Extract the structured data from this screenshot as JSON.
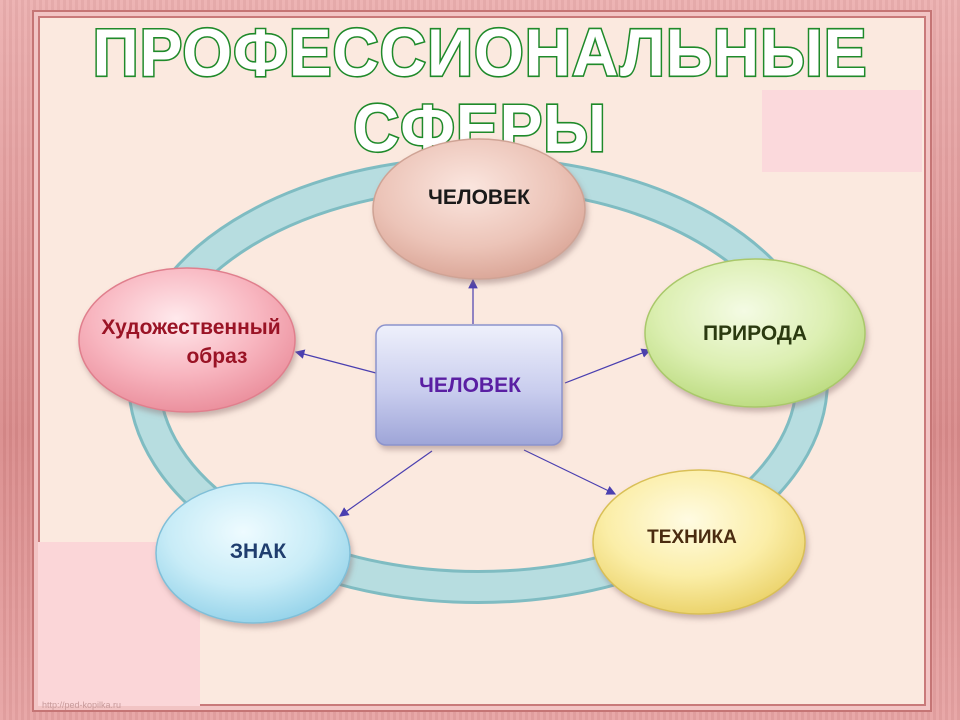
{
  "title": "ПРОФЕССИОНАЛЬНЫЕ  СФЕРЫ",
  "center": {
    "label": "ЧЕЛОВЕК",
    "color": "#5a1fa3"
  },
  "nodes": [
    {
      "id": "chelovek",
      "label": "ЧЕЛОВЕК",
      "color": "#1a1a1a"
    },
    {
      "id": "priroda",
      "label": "ПРИРОДА",
      "color": "#2b3a10"
    },
    {
      "id": "tehnika",
      "label": "ТЕХНИКА",
      "color": "#4a2b10"
    },
    {
      "id": "znak",
      "label": "ЗНАК",
      "color": "#1f3d6e"
    },
    {
      "id": "hud",
      "label_line1": "Художественный",
      "label_line2": "образ",
      "color": "#9a1325"
    }
  ],
  "watermark": "http://ped-kopilka.ru",
  "colors": {
    "ring": "#b7dde0",
    "ring_edge": "#7fbcc2",
    "title_stroke": "#1f8a2a",
    "frame_bg": "#fbe9df"
  }
}
